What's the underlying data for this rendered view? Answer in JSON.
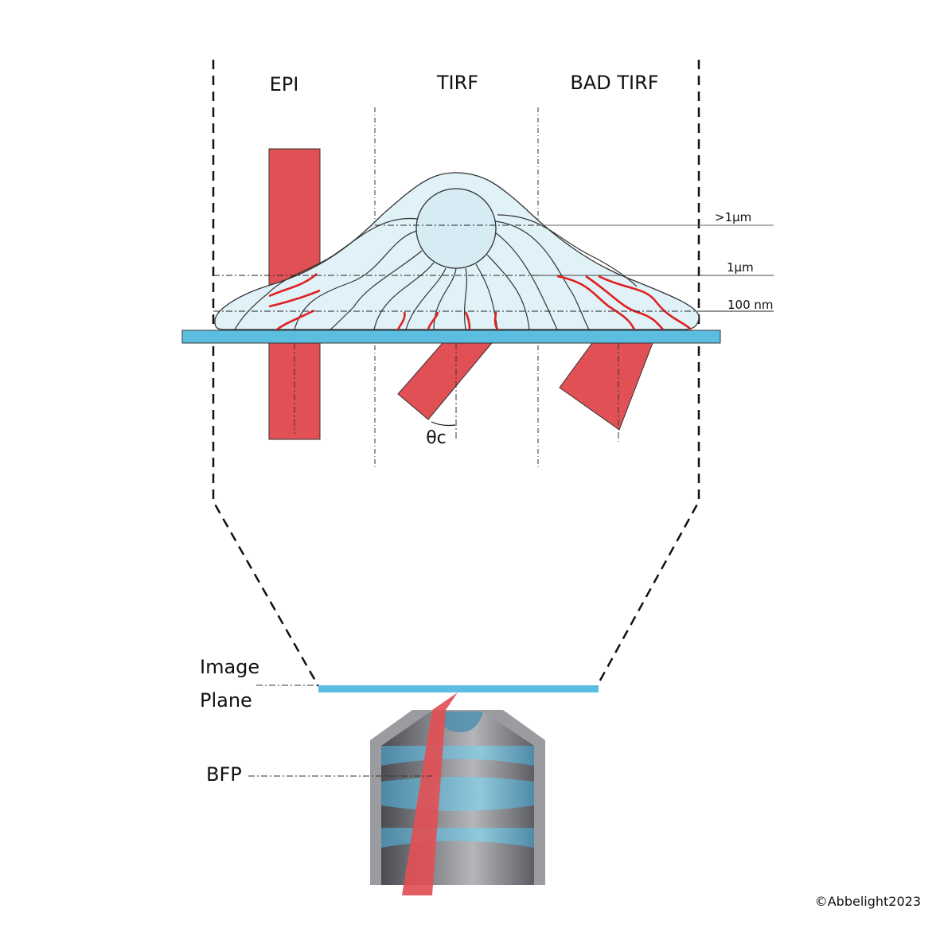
{
  "sections": {
    "epi": "EPI",
    "tirf": "TIRF",
    "bad_tirf": "BAD TIRF"
  },
  "depth_labels": {
    "over_1um": ">1µm",
    "one_um": "1µm",
    "hundred_nm": "100 nm"
  },
  "angle_label": "θc",
  "objective_labels": {
    "image": "Image",
    "plane": "Plane",
    "bfp": "BFP"
  },
  "copyright": "©Abbelight2023",
  "colors": {
    "beam": "#e05055",
    "glass": "#5bbde0",
    "cell": "#e0f1f8",
    "fiber_red": "#e02020",
    "objective": "#8e9095"
  }
}
